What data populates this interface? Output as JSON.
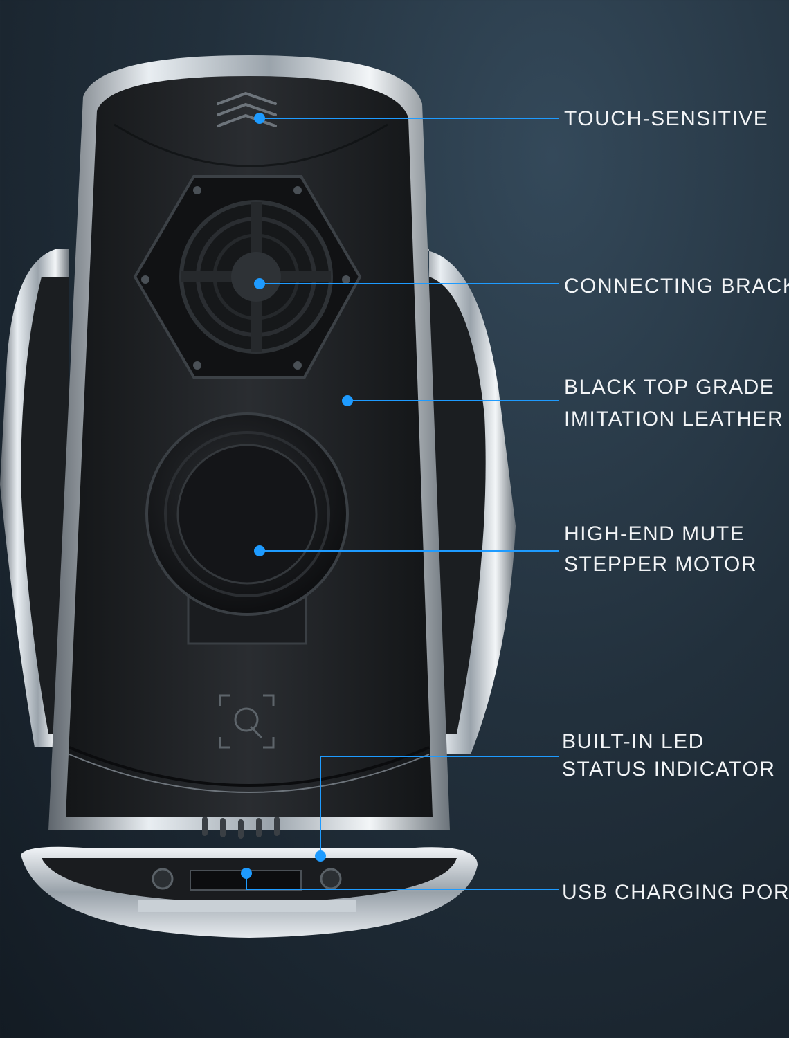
{
  "accent_color": "#1e9bff",
  "callouts": [
    {
      "id": "touch",
      "lines": [
        "TOUCH-SENSITIVE"
      ]
    },
    {
      "id": "bracket",
      "lines": [
        "CONNECTING BRACK"
      ]
    },
    {
      "id": "leather",
      "lines": [
        "BLACK TOP GRADE",
        "IMITATION LEATHER EFI"
      ]
    },
    {
      "id": "motor",
      "lines": [
        "HIGH-END MUTE",
        "STEPPER MOTOR"
      ]
    },
    {
      "id": "led",
      "lines": [
        "BUILT-IN LED",
        "STATUS INDICATOR"
      ]
    },
    {
      "id": "usb",
      "lines": [
        "USB CHARGING PORT"
      ]
    }
  ],
  "icons": {
    "touch_sensor": "chevrons-up-icon",
    "bracket": "hexagon-mount-icon",
    "wireless": "qi-charging-icon"
  }
}
